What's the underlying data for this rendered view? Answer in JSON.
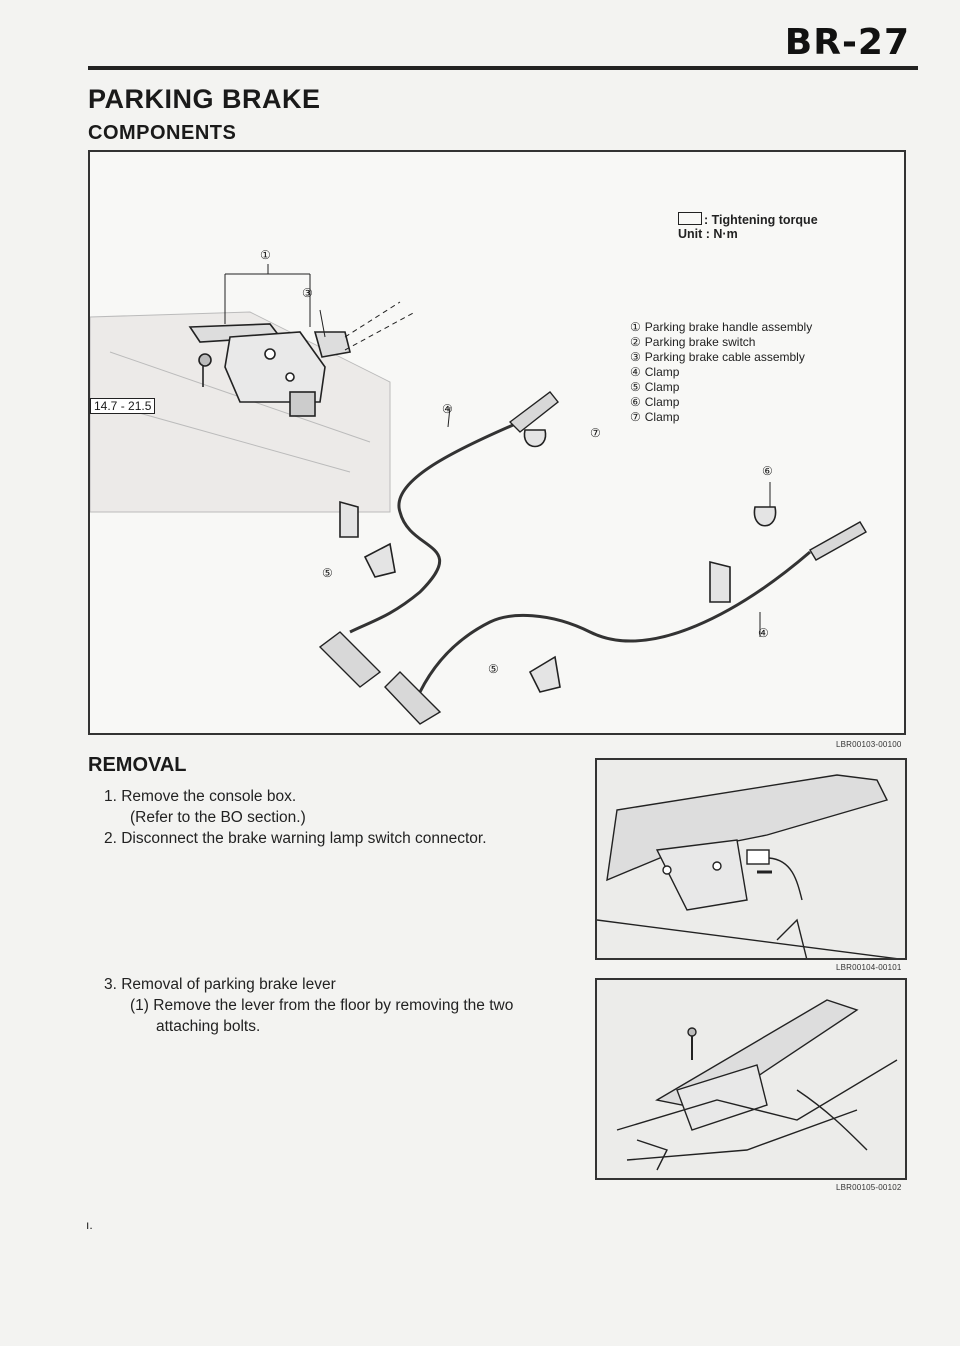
{
  "header": {
    "page_number": "BR-27",
    "section_title": "PARKING BRAKE",
    "subsection_title": "COMPONENTS"
  },
  "figure_components": {
    "legend_torque_line1": ": Tightening torque",
    "legend_torque_line2": "Unit : N·m",
    "torque_value": "14.7 - 21.5",
    "parts": [
      {
        "num": "①",
        "label": "Parking brake handle assembly"
      },
      {
        "num": "②",
        "label": "Parking brake switch"
      },
      {
        "num": "③",
        "label": "Parking brake cable assembly"
      },
      {
        "num": "④",
        "label": "Clamp"
      },
      {
        "num": "⑤",
        "label": "Clamp"
      },
      {
        "num": "⑥",
        "label": "Clamp"
      },
      {
        "num": "⑦",
        "label": "Clamp"
      }
    ],
    "callouts": {
      "c1": "①",
      "c3": "③",
      "c4a": "④",
      "c4b": "④",
      "c5a": "⑤",
      "c5b": "⑤",
      "c6": "⑥",
      "c7": "⑦"
    },
    "code": "LBR00103-00100"
  },
  "removal": {
    "heading": "REMOVAL",
    "step1_line1": "1.  Remove the console box.",
    "step1_line2": "(Refer to the BO section.)",
    "step2": "2.  Disconnect the brake warning lamp switch connector.",
    "step3": "3.  Removal of parking brake lever",
    "step3_sub_line1": "(1) Remove the lever from the floor by removing the two",
    "step3_sub_line2": "attaching bolts.",
    "photo1_code": "LBR00104-00101",
    "photo2_code": "LBR00105-00102"
  },
  "footer": {
    "mark": "ı."
  }
}
